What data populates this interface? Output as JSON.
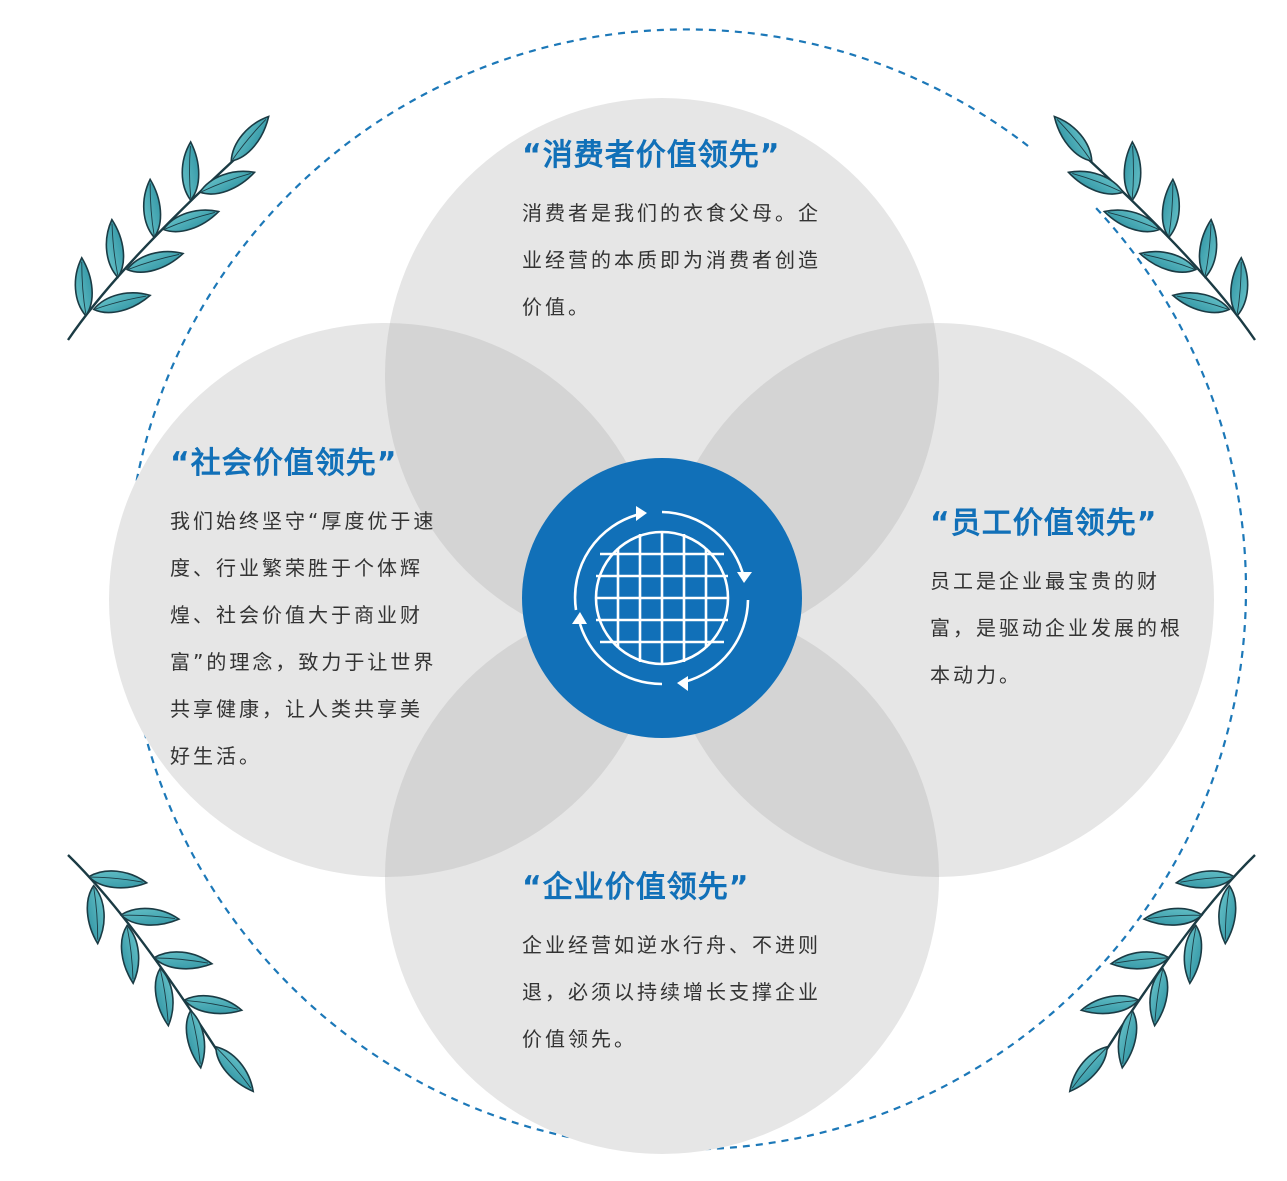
{
  "panels": {
    "consumer": {
      "title": "“消费者价值领先”",
      "body": "消费者是我们的衣食父母。企业经营的本质即为消费者创造价值。"
    },
    "social": {
      "title": "“社会价值领先”",
      "body": "我们始终坚守“厚度优于速度、行业繁荣胜于个体辉煌、社会价值大于商业财富”的理念，致力于让世界共享健康，让人类共享美好生活。"
    },
    "staff": {
      "title": "“员工价值领先”",
      "body": "员工是企业最宝贵的财富，是驱动企业发展的根本动力。"
    },
    "business": {
      "title": "“企业价值领先”",
      "body": "企业经营如逆水行舟、不进则退，必须以持续增长支撑企业价值领先。"
    }
  },
  "center_icon": "globe-cycle-icon",
  "decoration_icon": "leaf-branch-icon",
  "colors": {
    "accent": "#1170b8",
    "petal": "#e6e6e6",
    "overlap": "#d4d4d4",
    "dashed_ring": "#1c78b8",
    "leaf": "#3fa6b5",
    "leaf_outline": "#1b3b44",
    "text": "#333333"
  }
}
